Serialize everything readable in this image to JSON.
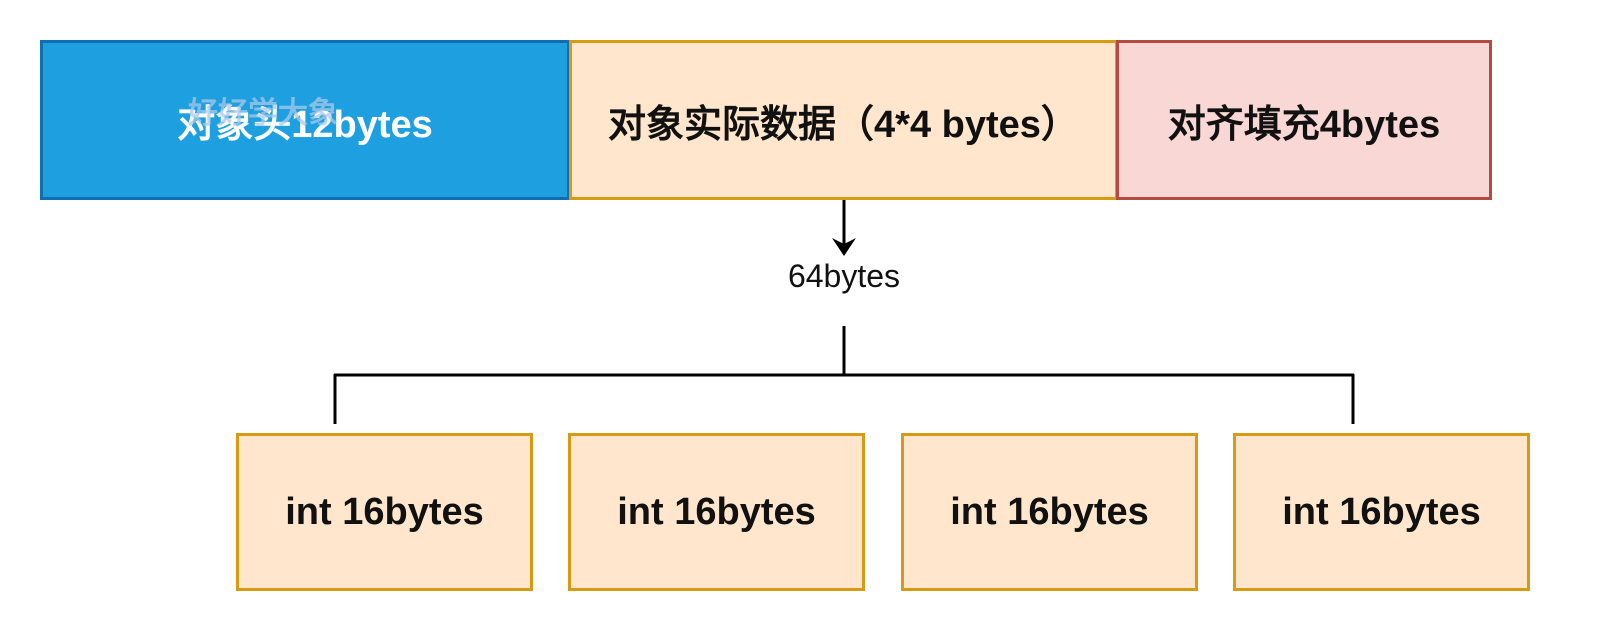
{
  "colors": {
    "header_fill": "#1ea0e0",
    "header_border": "#0f6fb0",
    "data_fill": "#ffe6cc",
    "data_border": "#d79b13",
    "padding_fill": "#f8d7d4",
    "padding_border": "#b54a42",
    "line": "#000000"
  },
  "object_layout": {
    "header_label": "对象头12bytes",
    "data_label": "对象实际数据（4*4 bytes）",
    "padding_label": "对齐填充4bytes"
  },
  "watermark": "好好学大象",
  "size_label": "64bytes",
  "fields": [
    {
      "label": "int 16bytes"
    },
    {
      "label": "int 16bytes"
    },
    {
      "label": "int 16bytes"
    },
    {
      "label": "int 16bytes"
    }
  ]
}
